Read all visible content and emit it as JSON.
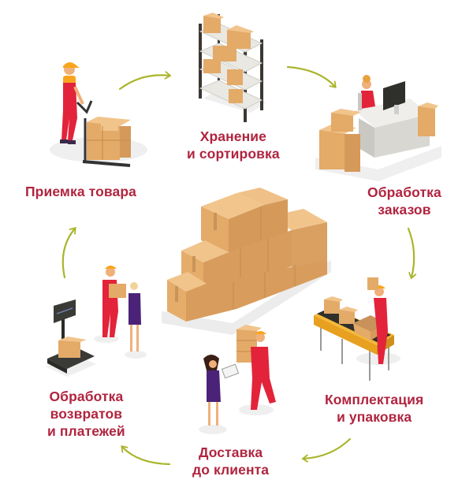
{
  "diagram": {
    "type": "process-cycle",
    "accent_text_color": "#b0243f",
    "arrow_color": "#a9b52b",
    "box_color": "#e0a865",
    "center": {
      "illustration": "stacked-cardboard-boxes"
    },
    "steps": [
      {
        "id": "receiving",
        "lines": [
          "Приемка товара"
        ],
        "illustration": "worker-with-pallet-jack"
      },
      {
        "id": "storage",
        "lines": [
          "Хранение",
          "и сортировка"
        ],
        "illustration": "shelving-with-boxes"
      },
      {
        "id": "orders",
        "lines": [
          "Обработка",
          "заказов"
        ],
        "illustration": "operator-at-computer-desk"
      },
      {
        "id": "packing",
        "lines": [
          "Комплектация",
          "и упаковка"
        ],
        "illustration": "worker-at-conveyor"
      },
      {
        "id": "delivery",
        "lines": [
          "Доставка",
          "до клиента"
        ],
        "illustration": "courier-and-client"
      },
      {
        "id": "returns",
        "lines": [
          "Обработка",
          "возвратов",
          "и платежей"
        ],
        "illustration": "scale-worker-and-client"
      }
    ],
    "arrows": [
      {
        "from": "receiving",
        "to": "storage",
        "direction": "right"
      },
      {
        "from": "storage",
        "to": "orders",
        "direction": "down-right"
      },
      {
        "from": "orders",
        "to": "packing",
        "direction": "down"
      },
      {
        "from": "packing",
        "to": "delivery",
        "direction": "left"
      },
      {
        "from": "delivery",
        "to": "returns",
        "direction": "up-left"
      },
      {
        "from": "returns",
        "to": "receiving",
        "direction": "up"
      }
    ]
  }
}
